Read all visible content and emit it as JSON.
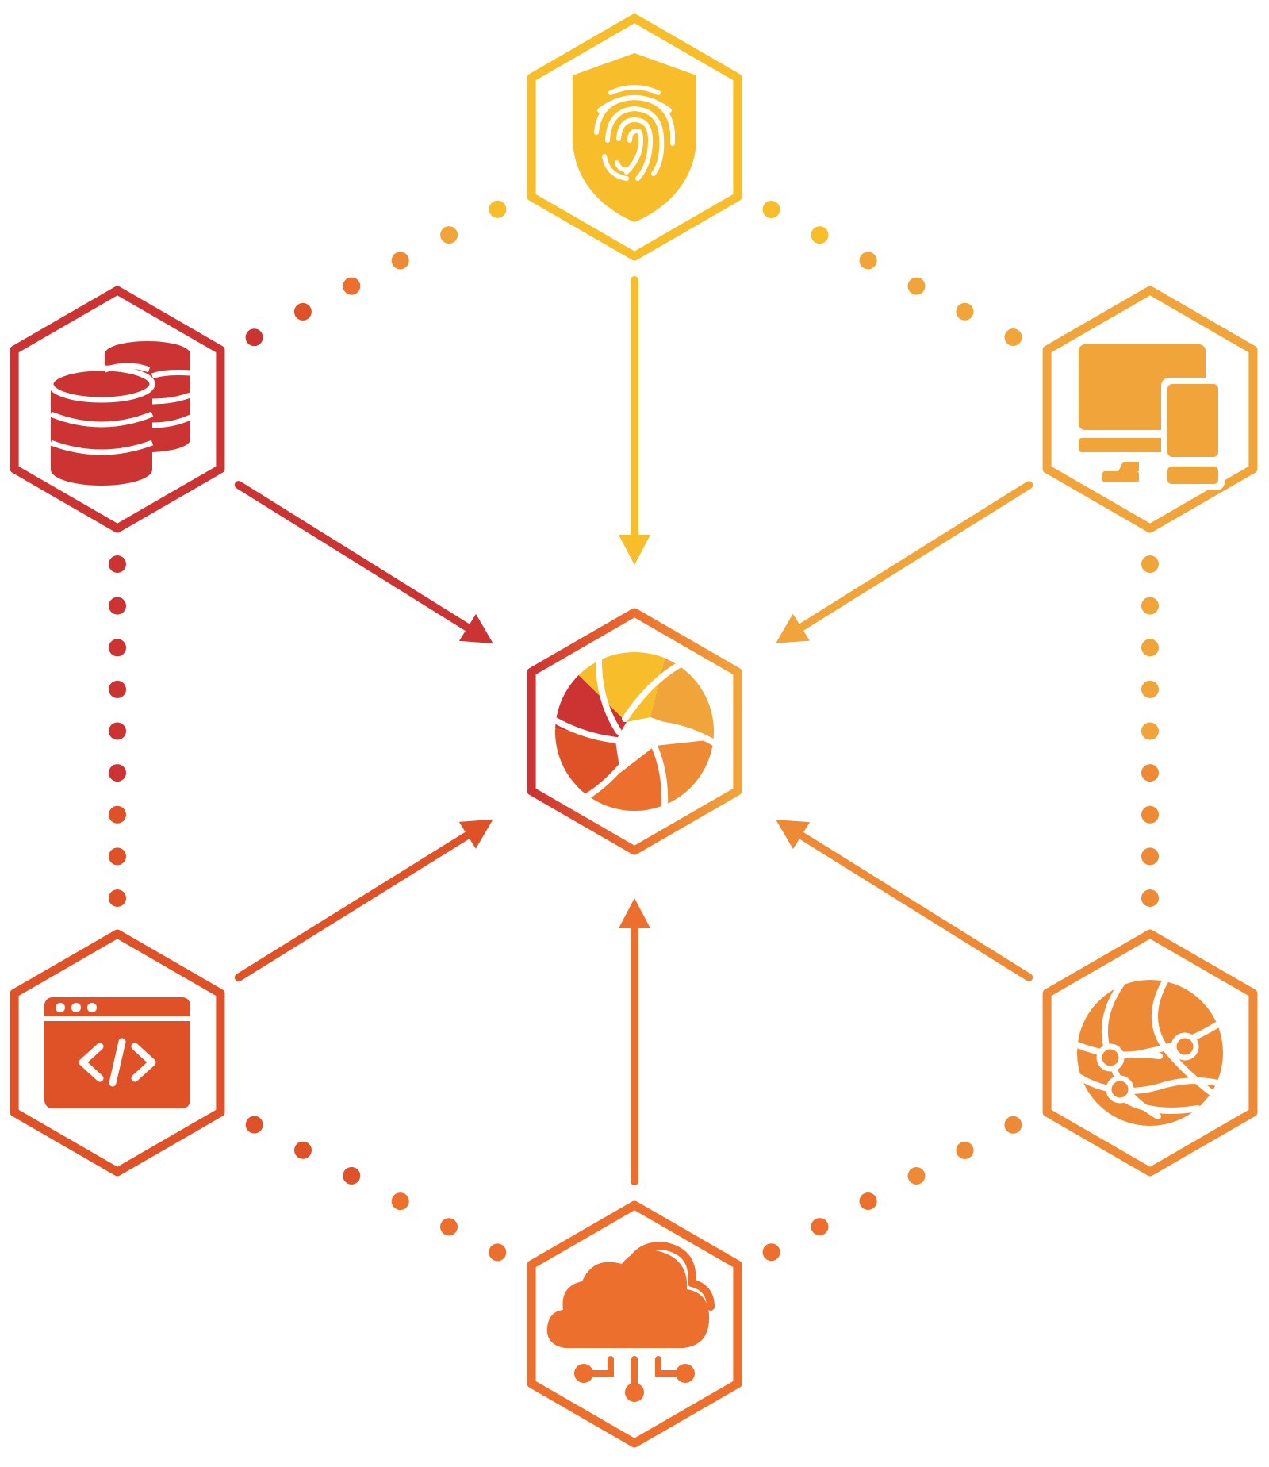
{
  "colors": {
    "red": "#cc3333",
    "red_orange": "#df5228",
    "orange": "#ec6f2d",
    "light_orange": "#ee8a36",
    "amber": "#f0a43a",
    "yellow": "#f7bd2a",
    "white": "#ffffff"
  },
  "nodes": [
    {
      "id": "hub",
      "icon": "aperture-icon",
      "color": "light_orange"
    },
    {
      "id": "security",
      "icon": "fingerprint-shield-icon",
      "color": "yellow"
    },
    {
      "id": "devices",
      "icon": "devices-icon",
      "color": "amber"
    },
    {
      "id": "network",
      "icon": "globe-network-icon",
      "color": "light_orange"
    },
    {
      "id": "cloud",
      "icon": "cloud-computing-icon",
      "color": "orange"
    },
    {
      "id": "code",
      "icon": "code-window-icon",
      "color": "red_orange"
    },
    {
      "id": "database",
      "icon": "database-icon",
      "color": "red"
    }
  ],
  "arrows": [
    {
      "from": "security",
      "to": "hub",
      "color": "yellow"
    },
    {
      "from": "devices",
      "to": "hub",
      "color": "amber"
    },
    {
      "from": "network",
      "to": "hub",
      "color": "light_orange"
    },
    {
      "from": "cloud",
      "to": "hub",
      "color": "orange"
    },
    {
      "from": "code",
      "to": "hub",
      "color": "red_orange"
    },
    {
      "from": "database",
      "to": "hub",
      "color": "red"
    }
  ],
  "dotted_links": [
    {
      "from": "database",
      "to": "security",
      "colors": [
        "red",
        "red_orange",
        "orange",
        "light_orange",
        "amber",
        "yellow"
      ]
    },
    {
      "from": "security",
      "to": "devices",
      "colors": [
        "yellow",
        "yellow",
        "amber",
        "amber",
        "amber",
        "amber"
      ]
    },
    {
      "from": "devices",
      "to": "network",
      "colors": [
        "amber",
        "amber",
        "amber",
        "amber",
        "amber",
        "light_orange",
        "light_orange",
        "light_orange",
        "light_orange"
      ]
    },
    {
      "from": "network",
      "to": "cloud",
      "colors": [
        "light_orange",
        "light_orange",
        "light_orange",
        "orange",
        "orange",
        "orange"
      ]
    },
    {
      "from": "cloud",
      "to": "code",
      "colors": [
        "orange",
        "orange",
        "orange",
        "red_orange",
        "red_orange",
        "red_orange"
      ]
    },
    {
      "from": "code",
      "to": "database",
      "colors": [
        "red_orange",
        "red_orange",
        "red_orange",
        "red",
        "red",
        "red",
        "red",
        "red",
        "red"
      ]
    }
  ]
}
